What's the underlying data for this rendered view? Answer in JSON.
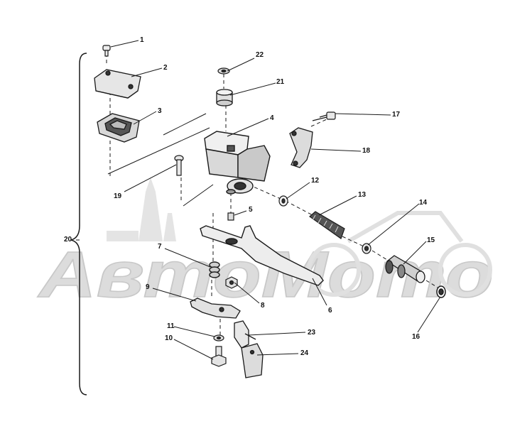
{
  "watermark": {
    "text": "АвтоМото"
  },
  "colors": {
    "line": "#1a1a1a",
    "watermark": "#d6d6d6",
    "part_fill": "#e9e9e9",
    "dark": "#333333"
  },
  "callouts": {
    "c1": "1",
    "c2": "2",
    "c3": "3",
    "c4": "4",
    "c5": "5",
    "c6": "6",
    "c7": "7",
    "c8": "8",
    "c9": "9",
    "c10": "10",
    "c11": "11",
    "c12": "12",
    "c13": "13",
    "c14": "14",
    "c15": "15",
    "c16": "16",
    "c17": "17",
    "c18": "18",
    "c19": "19",
    "c20": "20",
    "c21": "21",
    "c22": "22",
    "c23": "23",
    "c24": "24"
  }
}
